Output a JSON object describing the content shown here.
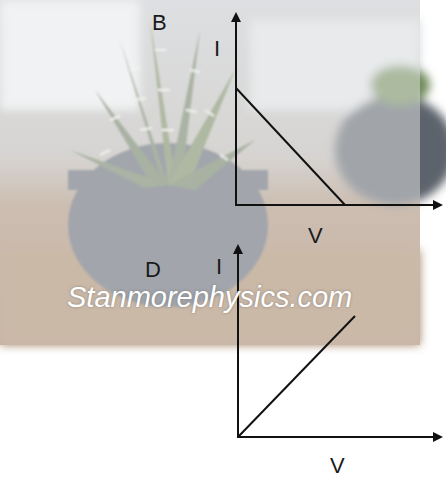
{
  "diagram": {
    "labels": [
      "B",
      "I",
      "V",
      "D",
      "I",
      "V",
      "Stanmorephysics.com"
    ]
  }
}
